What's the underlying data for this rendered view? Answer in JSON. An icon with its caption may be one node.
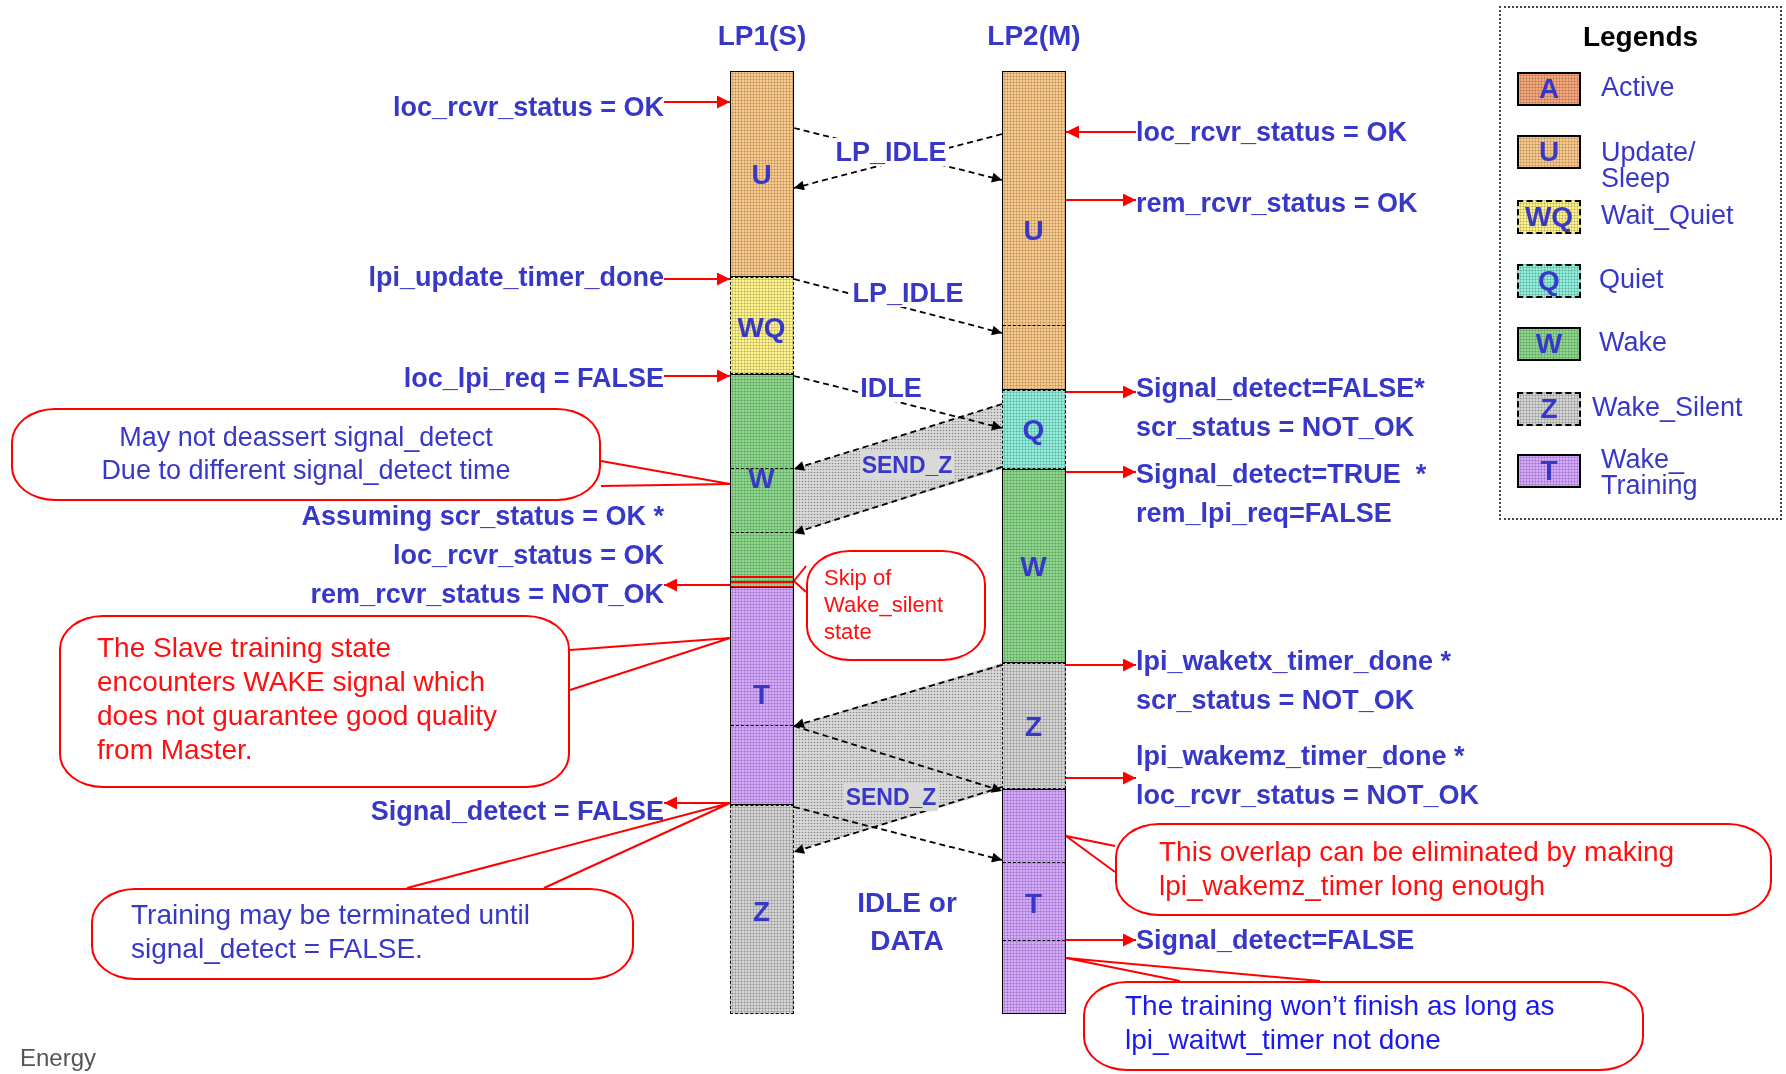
{
  "diagram": {
    "nodes": [
      {
        "text": [
          "LP1(S)"
        ]
      },
      {
        "text": [
          "U"
        ],
        "in": 0
      },
      {
        "text": [
          "WQ"
        ],
        "in": 0
      },
      {
        "text": [
          "W"
        ],
        "in": 0
      },
      {
        "text": [
          "T"
        ],
        "in": 0
      },
      {
        "text": [
          "Z"
        ],
        "in": 0
      },
      {
        "text": [
          "LP2(M)"
        ]
      },
      {
        "text": [
          "U"
        ],
        "in": 6
      },
      {
        "text": [
          "Q"
        ],
        "in": 6
      },
      {
        "text": [
          "W"
        ],
        "in": 6
      },
      {
        "text": [
          "Z"
        ],
        "in": 6
      },
      {
        "text": [
          "T"
        ],
        "in": 6
      },
      {
        "text": [
          "loc_rcvr_status = OK"
        ]
      },
      {
        "text": [
          "loc_rcvr_status = OK"
        ]
      },
      {
        "text": [
          "rem_rcvr_status = OK"
        ]
      },
      {
        "text": [
          "lpi_update_timer_done"
        ]
      },
      {
        "text": [
          "loc_lpi_req = FALSE"
        ]
      },
      {
        "text": [
          "Signal_detect=FALSE*",
          "scr_status = NOT_OK"
        ]
      },
      {
        "text": [
          "May not deassert signal_detect",
          "Due to different signal_detect time"
        ]
      },
      {
        "text": [
          "Signal_detect=TRUE  *",
          "rem_lpi_req=FALSE"
        ]
      },
      {
        "text": [
          "Assuming scr_status = OK *",
          "loc_rcvr_status = OK",
          "rem_rcvr_status = NOT_OK"
        ]
      },
      {
        "text": [
          "Skip of Wake_silent state"
        ]
      },
      {
        "text": [
          "The Slave training state encounters WAKE signal which does not guarantee good quality from Master."
        ]
      },
      {
        "text": [
          "lpi_waketx_timer_done *",
          "scr_status = NOT_OK"
        ]
      },
      {
        "text": [
          "lpi_wakemz_timer_done *",
          "loc_rcvr_status = NOT_OK"
        ]
      },
      {
        "text": [
          "Signal_detect = FALSE"
        ]
      },
      {
        "text": [
          "This overlap can be eliminated by making lpi_wakemz_timer long enough"
        ]
      },
      {
        "text": [
          "Training may be terminated until signal_detect = FALSE."
        ]
      },
      {
        "text": [
          "Signal_detect=FALSE"
        ]
      },
      {
        "text": [
          "The training won’t finish as long as lpi_waitwt_timer not done"
        ]
      }
    ],
    "edges": [
      {
        "from": 1,
        "to": 7,
        "arrow": "to",
        "label": "LP_IDLE",
        "style": "dashed",
        "color": "#000000"
      },
      {
        "from": 7,
        "to": 1,
        "arrow": "to",
        "style": "dashed",
        "color": "#000000"
      },
      {
        "from": 2,
        "to": 7,
        "arrow": "to",
        "label": "LP_IDLE",
        "style": "dashed",
        "color": "#000000"
      },
      {
        "from": 3,
        "to": 8,
        "arrow": "to",
        "label": "IDLE",
        "style": "dashed",
        "color": "#000000"
      },
      {
        "from": 8,
        "to": 3,
        "arrow": "to",
        "label": "SEND_Z",
        "style": "dashed",
        "color": "#000000"
      },
      {
        "from": 8,
        "to": 3,
        "arrow": "to",
        "style": "dashed",
        "color": "#000000"
      },
      {
        "from": 10,
        "to": 4,
        "arrow": "to",
        "style": "dashed",
        "color": "#000000"
      },
      {
        "from": 4,
        "to": 11,
        "arrow": "to",
        "style": "dashed",
        "color": "#000000"
      },
      {
        "from": 10,
        "to": 5,
        "arrow": "to",
        "label": "SEND_Z",
        "style": "dashed",
        "color": "#000000"
      },
      {
        "from": 5,
        "to": 11,
        "arrow": "to",
        "style": "dashed",
        "color": "#000000"
      },
      {
        "from": 12,
        "to": 1,
        "arrow": "to"
      },
      {
        "from": 13,
        "to": 7,
        "arrow": "to"
      },
      {
        "from": 7,
        "to": 14,
        "arrow": "to"
      },
      {
        "from": 15,
        "to": 2,
        "arrow": "to"
      },
      {
        "from": 16,
        "to": 3,
        "arrow": "to"
      },
      {
        "from": 8,
        "to": 17,
        "arrow": "to"
      },
      {
        "from": 9,
        "to": 19,
        "arrow": "to"
      },
      {
        "from": 3,
        "to": 20,
        "arrow": "to"
      },
      {
        "from": 10,
        "to": 23,
        "arrow": "to"
      },
      {
        "from": 10,
        "to": 24,
        "arrow": "to"
      },
      {
        "from": 4,
        "to": 25,
        "arrow": "to"
      },
      {
        "from": 11,
        "to": 28,
        "arrow": "to"
      },
      {
        "from": 18,
        "to": 3,
        "arrow": "none"
      },
      {
        "from": 21,
        "to": 3,
        "arrow": "none"
      },
      {
        "from": 22,
        "to": 4,
        "arrow": "none"
      },
      {
        "from": 27,
        "to": 4,
        "arrow": "none"
      },
      {
        "from": 26,
        "to": 11,
        "arrow": "none"
      },
      {
        "from": 29,
        "to": 11,
        "arrow": "none"
      }
    ],
    "labels": [
      "Legends",
      "A",
      "U",
      "WQ",
      "Q",
      "W",
      "Z",
      "T",
      "IDLE or DATA",
      "Energy"
    ],
    "legend": [
      {
        "text": "Active",
        "color": "#f7a77a"
      },
      {
        "text": "Update/ Sleep",
        "color": "#fbc98a"
      },
      {
        "text": "Wait_Quiet",
        "color": "#fff38a"
      },
      {
        "text": "Quiet",
        "color": "#8ef0dc"
      },
      {
        "text": "Wake",
        "color": "#8cd98c"
      },
      {
        "text": "Wake_Silent",
        "color": "#d4d4d4"
      },
      {
        "text": "Wake_ Training",
        "color": "#d7a8ff"
      }
    ]
  }
}
